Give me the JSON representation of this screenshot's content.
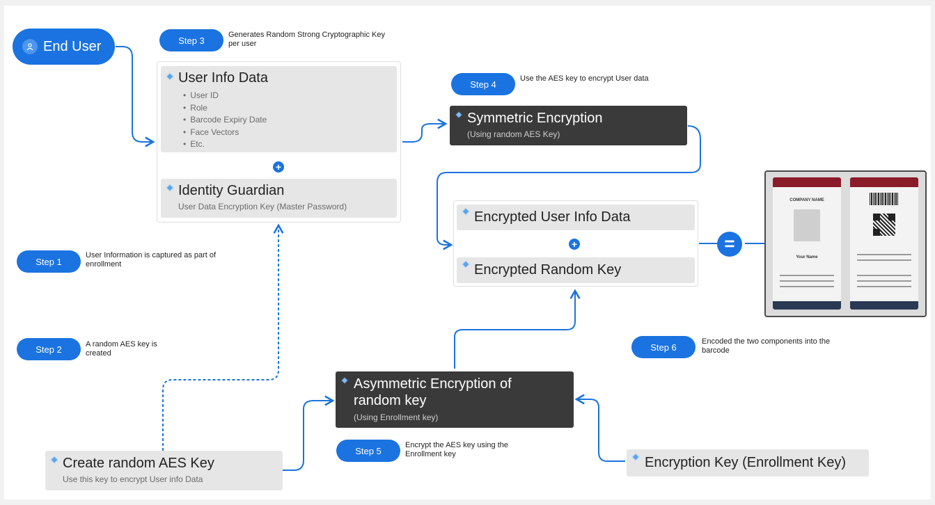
{
  "end_user": {
    "label": "End User",
    "icon": "user-icon"
  },
  "steps": [
    {
      "label": "Step 3",
      "desc": "Generates Random Strong Cryptographic Key per user"
    },
    {
      "label": "Step 4",
      "desc": "Use the AES key to encrypt User data"
    },
    {
      "label": "Step 1",
      "desc": "User Information is captured as part of enrollment"
    },
    {
      "label": "Step 2",
      "desc": "A random AES key is created"
    },
    {
      "label": "Step 6",
      "desc": "Encoded the two components into the barcode"
    },
    {
      "label": "Step 5",
      "desc": "Encrypt the AES key using the Enrollment key"
    }
  ],
  "user_info": {
    "title": "User Info Data",
    "items": [
      "User ID",
      "Role",
      "Barcode Expiry Date",
      "Face Vectors",
      "Etc."
    ]
  },
  "identity_guardian": {
    "title": "Identity Guardian",
    "sub": "User Data Encryption Key (Master Password)"
  },
  "symmetric": {
    "title": "Symmetric Encryption",
    "sub": "(Using random AES Key)"
  },
  "encrypted": {
    "data": "Encrypted User Info Data",
    "key": "Encrypted Random Key"
  },
  "asymmetric": {
    "title_line1": "Asymmetric Encryption of",
    "title_line2": "random key",
    "sub": "(Using Enrollment key)"
  },
  "create_aes": {
    "title": "Create random AES Key",
    "sub": "Use this key to encrypt User info Data"
  },
  "enrollment_key": {
    "title": "Encryption Key (Enrollment Key)"
  },
  "plus_symbol": "+",
  "equals_symbol": "=",
  "badge": {
    "front_title": "COMPANY NAME",
    "front_name": "Your Name"
  },
  "colors": {
    "accent": "#1a73e0",
    "dark_card": "#3a3a3a",
    "light_card": "#e6e6e6"
  }
}
